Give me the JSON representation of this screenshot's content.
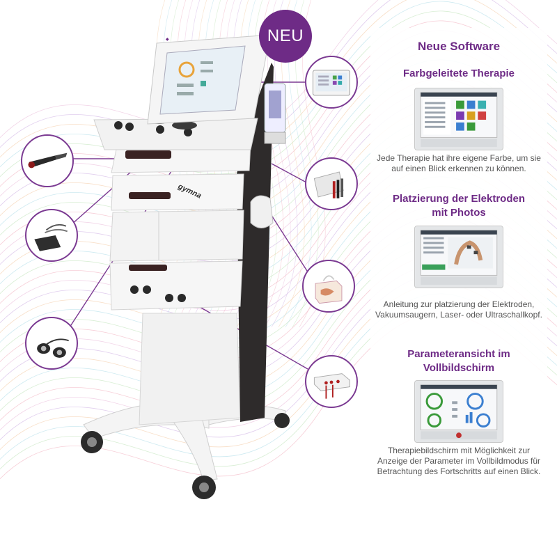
{
  "badge": {
    "label": "NEU"
  },
  "device": {
    "brand_label": "gymna"
  },
  "panel": {
    "title": "Neue Software",
    "sections": [
      {
        "heading": "Farbgeleitete Therapie",
        "description": "Jede Therapie hat ihre eigene Farbe, um sie auf einen Blick erkennen zu können."
      },
      {
        "heading_line1": "Platzierung der Elektroden",
        "heading_line2": "mit Photos",
        "description": "Anleitung zur platzierung der Elektroden, Vakuumsaugern, Laser- oder Ultraschallkopf."
      },
      {
        "heading_line1": "Parameteransicht im",
        "heading_line2": "Vollbildschirm",
        "description": "Therapiebildschirm mit Möglichkeit zur Anzeige der Parameter im Vollbildmodus für Betrachtung des Fortschritts auf einen Blick."
      }
    ]
  },
  "accessories": [
    {
      "icon": "laser-probe-icon"
    },
    {
      "icon": "electrode-pads-icon"
    },
    {
      "icon": "ultrasound-heads-icon"
    },
    {
      "icon": "software-screen-icon"
    },
    {
      "icon": "electrode-cables-icon"
    },
    {
      "icon": "tissue-box-icon"
    },
    {
      "icon": "vacuum-unit-icon"
    }
  ],
  "colors": {
    "accent": "#6e2b86",
    "device_body": "#f2f2f2",
    "device_dark": "#2e2b2b",
    "screen": "#e8f0f6"
  }
}
